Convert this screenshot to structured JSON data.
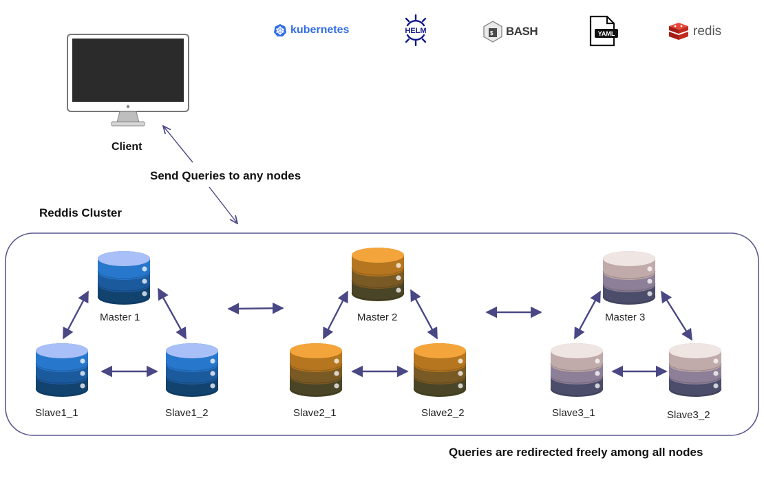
{
  "logos": {
    "kubernetes": "kubernetes",
    "helm": "HELM",
    "bash": "BASH",
    "yaml": "YAML",
    "redis": "redis"
  },
  "client": {
    "label": "Client"
  },
  "query_note": "Send Queries to any nodes",
  "cluster": {
    "title": "Reddis Cluster",
    "groups": [
      {
        "master": "Master 1",
        "slave_a": "Slave1_1",
        "slave_b": "Slave1_2"
      },
      {
        "master": "Master 2",
        "slave_a": "Slave2_1",
        "slave_b": "Slave2_2"
      },
      {
        "master": "Master 3",
        "slave_a": "Slave3_1",
        "slave_b": "Slave3_2"
      }
    ]
  },
  "footer_note": "Queries are redirected freely among all nodes",
  "colors": {
    "arrow": "#4a4785",
    "cluster_border": "#5a5890",
    "blue": [
      "#a9bff7",
      "#2777cc",
      "#1c5a9e",
      "#12436f"
    ],
    "orange": [
      "#f3a53c",
      "#b5761f",
      "#7a5a24",
      "#4a4526"
    ],
    "mauve": [
      "#efe5e2",
      "#c0aaaa",
      "#8d7f97",
      "#4b4d6a"
    ],
    "kubernetes": "#326ce5",
    "redis": "#d82c20"
  }
}
